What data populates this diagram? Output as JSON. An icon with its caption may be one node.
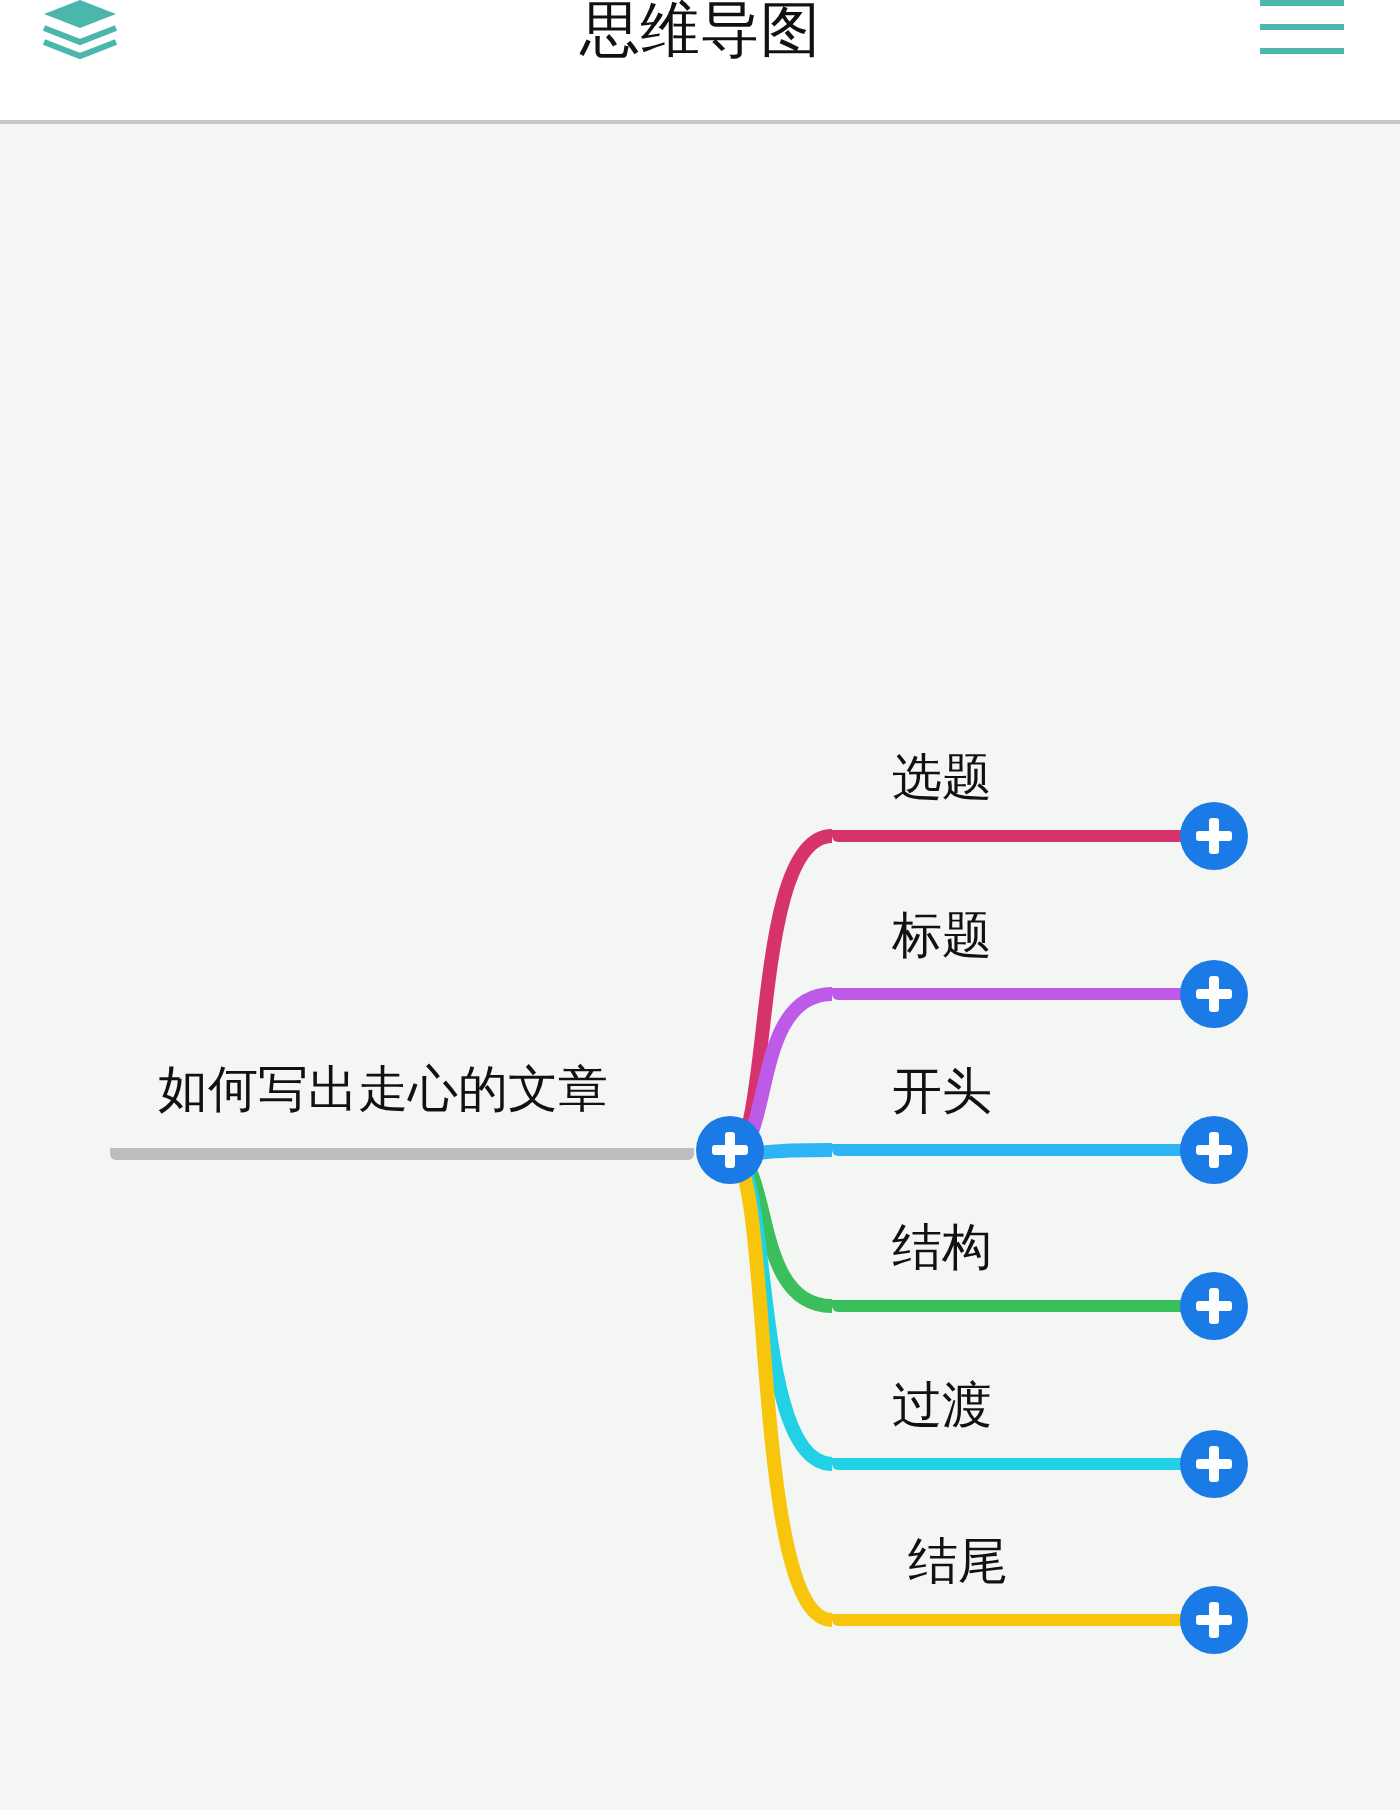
{
  "diagram": {
    "title": "思维导图",
    "nodes": [
      {
        "text": [
          "如何写出走心的文章"
        ]
      },
      {
        "text": [
          "选题"
        ]
      },
      {
        "text": [
          "标题"
        ]
      },
      {
        "text": [
          "开头"
        ]
      },
      {
        "text": [
          "结构"
        ]
      },
      {
        "text": [
          "过渡"
        ]
      },
      {
        "text": [
          "结尾"
        ]
      }
    ],
    "edges": [
      {
        "from": 0,
        "to": 1,
        "arrow": "none",
        "color": "#d6336c"
      },
      {
        "from": 0,
        "to": 2,
        "arrow": "none",
        "color": "#be5ae8"
      },
      {
        "from": 0,
        "to": 3,
        "arrow": "none",
        "color": "#2db4f5"
      },
      {
        "from": 0,
        "to": 4,
        "arrow": "none",
        "color": "#3bbf5c"
      },
      {
        "from": 0,
        "to": 5,
        "arrow": "none",
        "color": "#22d1e6"
      },
      {
        "from": 0,
        "to": 6,
        "arrow": "none",
        "color": "#f7c50c"
      }
    ]
  }
}
